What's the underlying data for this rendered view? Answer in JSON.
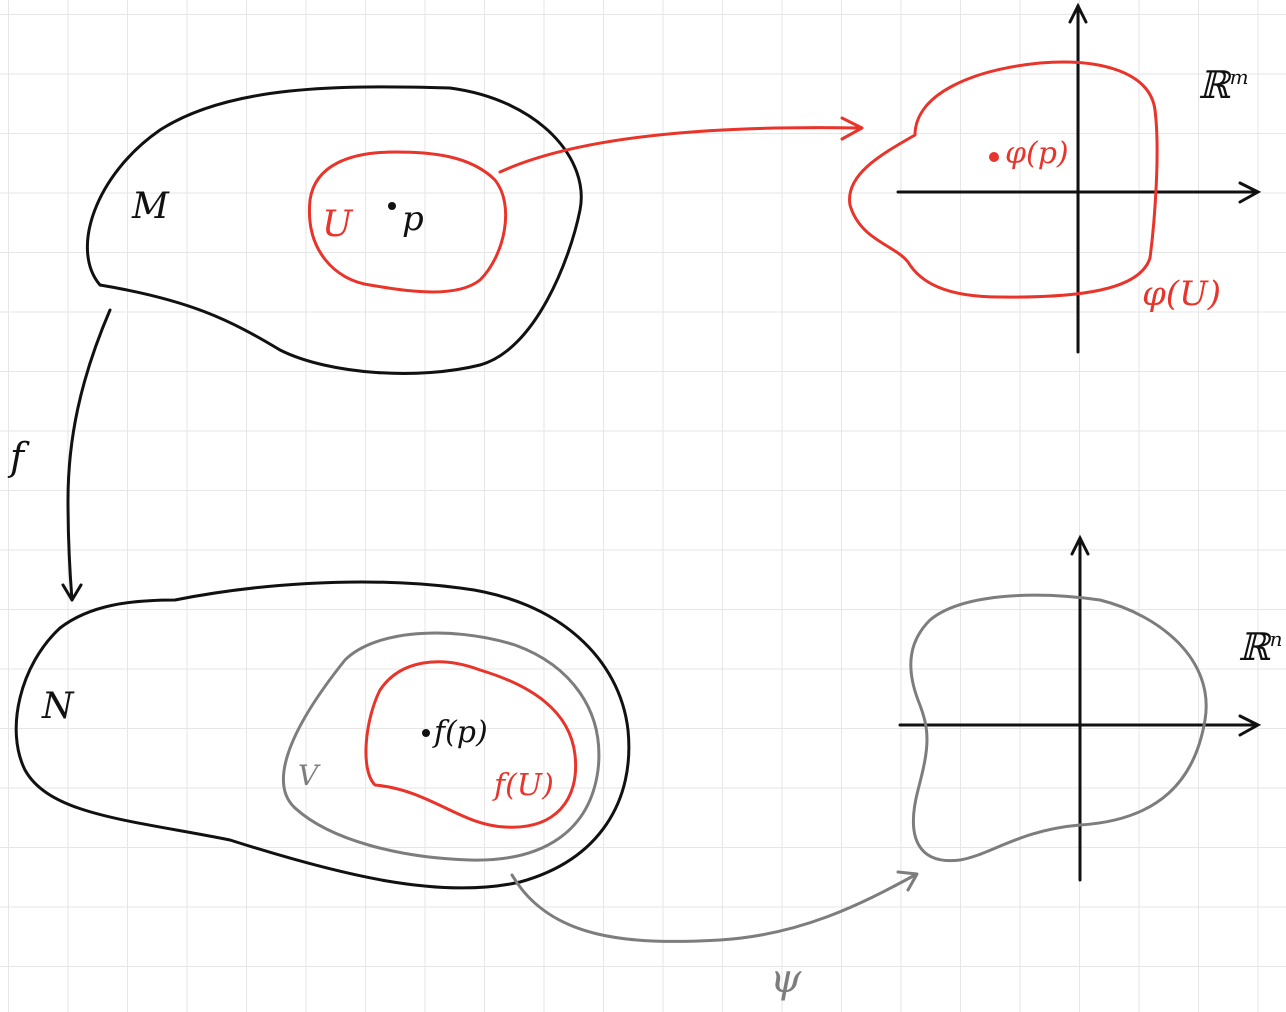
{
  "colors": {
    "ink": "#111111",
    "red": "#e8342a",
    "gray": "#7d7d7d",
    "grid": "#e6e6e6"
  },
  "labels": {
    "M": "M",
    "N": "N",
    "U": "U",
    "p": "p",
    "f": "f",
    "phi_p": "φ(p)",
    "phi_U": "φ(U)",
    "f_p": "f(p)",
    "f_U": "f(U)",
    "V": "V",
    "psi": "ψ",
    "Rm_base": "ℝ",
    "Rm_exp": "m",
    "Rn_base": "ℝ",
    "Rn_exp": "n"
  }
}
